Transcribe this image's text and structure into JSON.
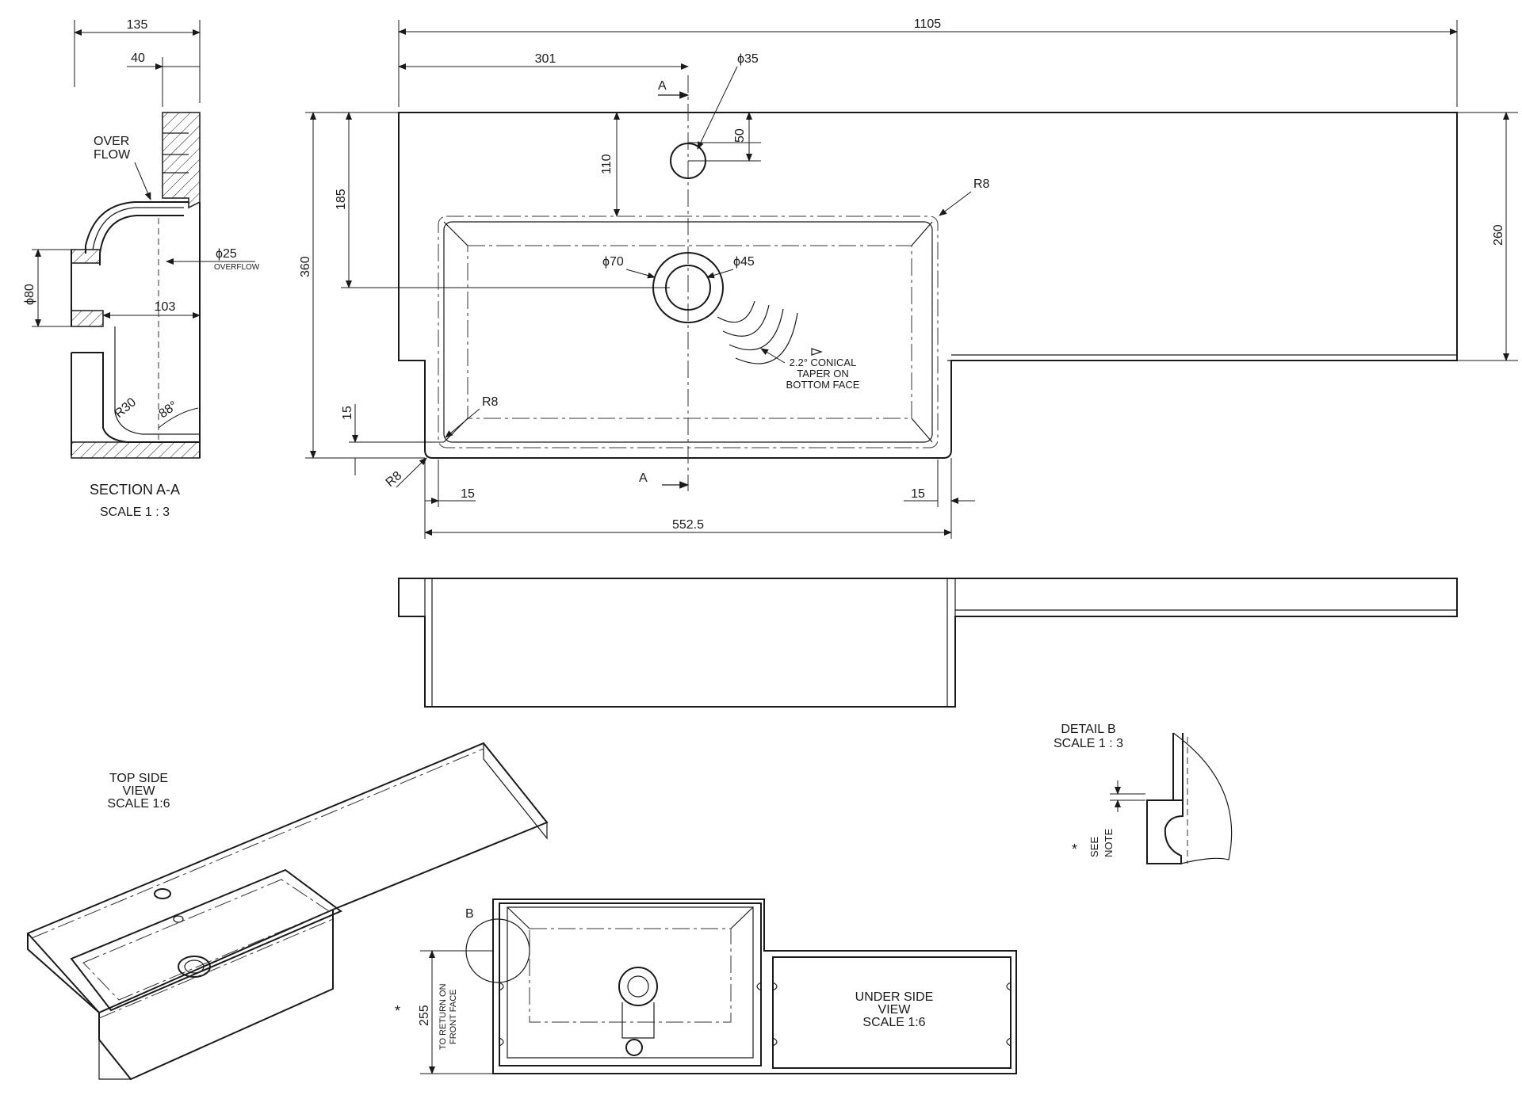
{
  "section": {
    "title": "SECTION A-A",
    "scale": "SCALE 1 : 3",
    "dim_135": "135",
    "dim_40": "40",
    "dim_80": "ϕ80",
    "dim_103": "103",
    "dim_25": "ϕ25",
    "overflow_small": "OVERFLOW",
    "overflow_label_1": "OVER",
    "overflow_label_2": "FLOW",
    "r30": "R30",
    "angle_88": "88°"
  },
  "plan": {
    "dim_1105": "1105",
    "dim_301": "301",
    "dim_35": "ϕ35",
    "dim_50": "50",
    "dim_110": "110",
    "dim_185": "185",
    "dim_360": "360",
    "dim_260": "260",
    "r8_top": "R8",
    "dim_70": "ϕ70",
    "dim_45": "ϕ45",
    "taper_1": "2.2° CONICAL",
    "taper_2": "TAPER ON",
    "taper_3": "BOTTOM FACE",
    "dim_15_v": "15",
    "r8_inner": "R8",
    "r8_outer": "R8",
    "dim_15_left": "15",
    "dim_15_right": "15",
    "dim_552": "552.5",
    "section_a_top": "A",
    "section_a_bottom": "A"
  },
  "top_view": {
    "line1": "TOP SIDE",
    "line2": "VIEW",
    "line3": "SCALE 1:6"
  },
  "detail": {
    "line1": "DETAIL B",
    "line2": "SCALE 1 : 3",
    "asterisk": "*",
    "see": "SEE",
    "note": "NOTE"
  },
  "under_view": {
    "line1": "UNDER SIDE",
    "line2": "VIEW",
    "line3": "SCALE 1:6",
    "detail_marker": "B",
    "dim_255": "255",
    "return_1": "TO RETURN ON",
    "return_2": "FRONT FACE",
    "asterisk": "*"
  }
}
